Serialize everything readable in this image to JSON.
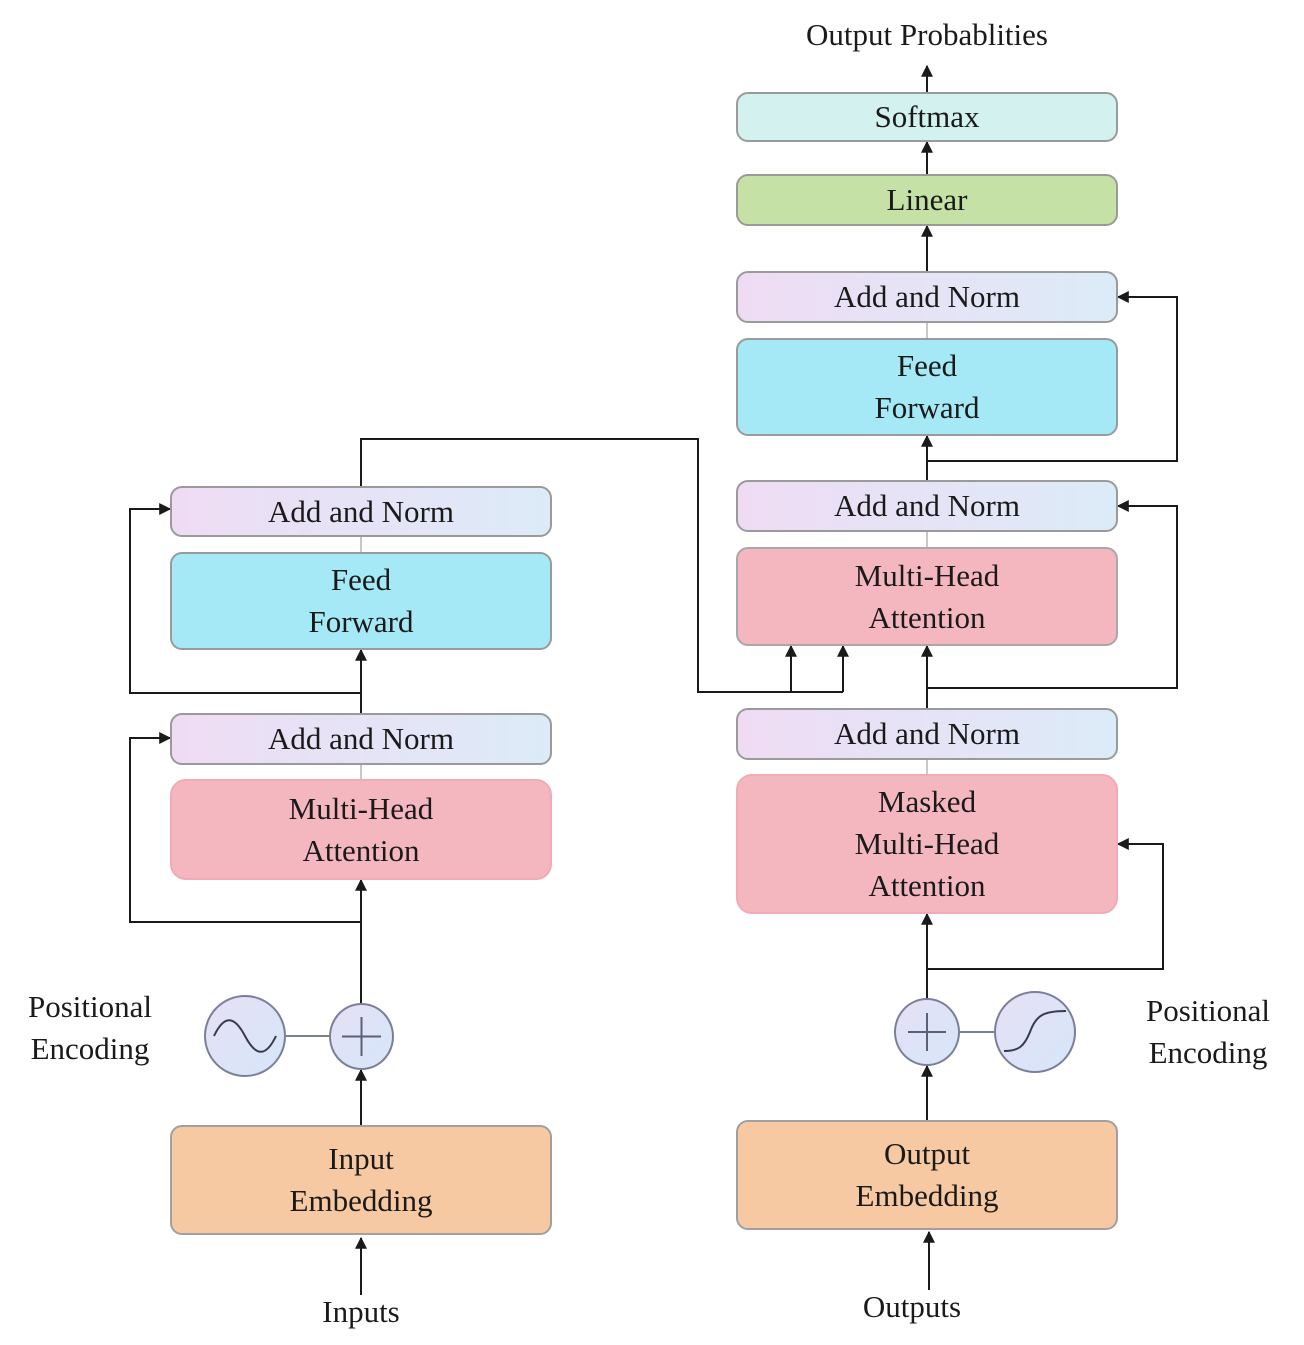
{
  "encoder": {
    "add_norm_top": "Add and Norm",
    "feed_forward": [
      "Feed",
      "Forward"
    ],
    "add_norm_bottom": "Add and Norm",
    "attention": [
      "Multi-Head",
      "Attention"
    ],
    "positional_encoding": [
      "Positional",
      "Encoding"
    ],
    "embedding": [
      "Input",
      "Embedding"
    ],
    "input_label": "Inputs"
  },
  "decoder": {
    "output_label": "Output Probablities",
    "softmax": "Softmax",
    "linear": "Linear",
    "add_norm_top": "Add and Norm",
    "feed_forward": [
      "Feed",
      "Forward"
    ],
    "add_norm_mid": "Add and Norm",
    "attention": [
      "Multi-Head",
      "Attention"
    ],
    "add_norm_bottom": "Add and Norm",
    "masked_attention": [
      "Masked",
      "Multi-Head",
      "Attention"
    ],
    "positional_encoding": [
      "Positional",
      "Encoding"
    ],
    "embedding": [
      "Output",
      "Embedding"
    ],
    "input_label": "Outputs"
  },
  "icons": {
    "sine_wave": "sine-wave-icon",
    "add": "plus-circle-icon"
  },
  "colors": {
    "add_norm": "#efdcf4",
    "feed_forward": "#a4e9f5",
    "attention": "#f5b7bf",
    "embedding": "#f7c9a2",
    "softmax": "#d3f1ee",
    "linear": "#c5e1a6",
    "line": "#1a1a1a"
  }
}
